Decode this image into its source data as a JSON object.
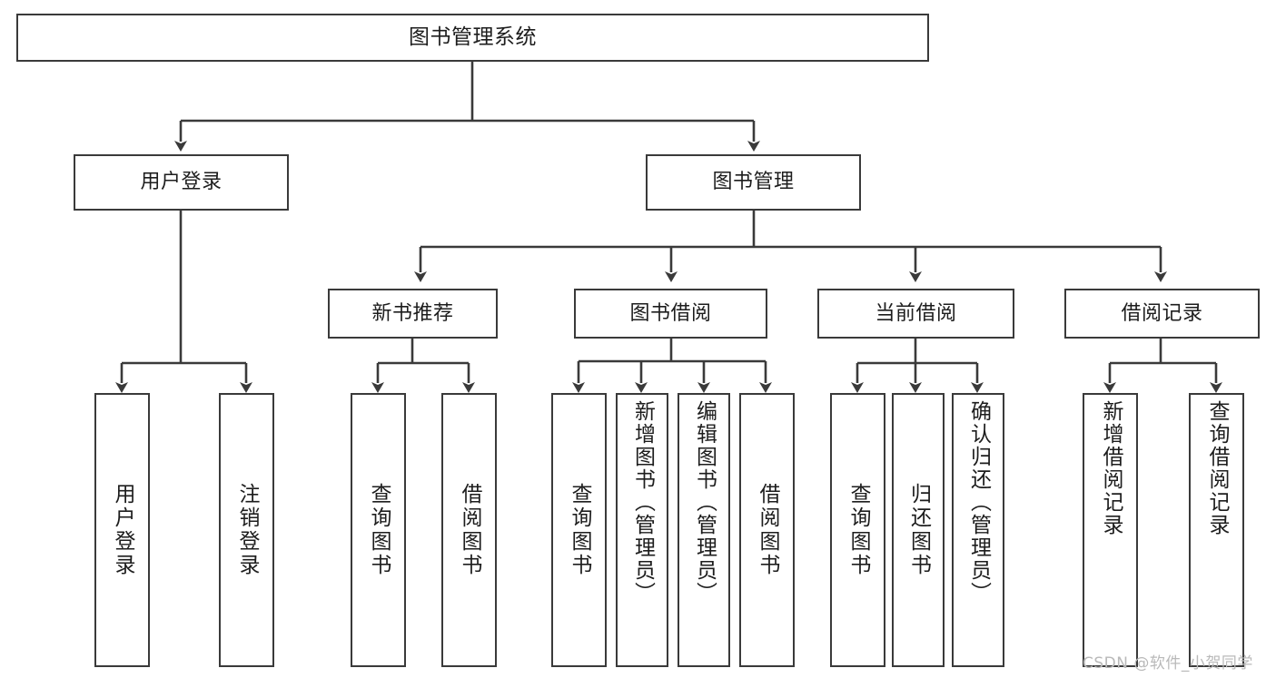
{
  "diagram": {
    "title": "图书管理系统",
    "type": "hierarchy-tree",
    "orientation": "top-down",
    "stroke_color": "#3a3a3a",
    "fill_color": "#ffffff",
    "text_color": "#1d1d1d"
  },
  "nodes": {
    "root": {
      "label": "图书管理系统"
    },
    "level2": [
      {
        "label": "用户登录"
      },
      {
        "label": "图书管理"
      }
    ],
    "level3": [
      {
        "label": "新书推荐"
      },
      {
        "label": "图书借阅"
      },
      {
        "label": "当前借阅"
      },
      {
        "label": "借阅记录"
      }
    ],
    "leaves": {
      "user_login": [
        {
          "label": "用户登录"
        },
        {
          "label": "注销登录"
        }
      ],
      "new_book_recommend": [
        {
          "label": "查询图书"
        },
        {
          "label": "借阅图书"
        }
      ],
      "book_borrow": [
        {
          "label": "查询图书"
        },
        {
          "label": "新增图书（管理员）"
        },
        {
          "label": "编辑图书（管理员）"
        },
        {
          "label": "借阅图书"
        }
      ],
      "current_borrow": [
        {
          "label": "查询图书"
        },
        {
          "label": "归还图书"
        },
        {
          "label": "确认归还（管理员）"
        }
      ],
      "borrow_record": [
        {
          "label": "新增借阅记录"
        },
        {
          "label": "查询借阅记录"
        }
      ]
    }
  },
  "watermark": {
    "text": "CSDN @软件_小贺同学",
    "color": "#b9b9b9"
  }
}
